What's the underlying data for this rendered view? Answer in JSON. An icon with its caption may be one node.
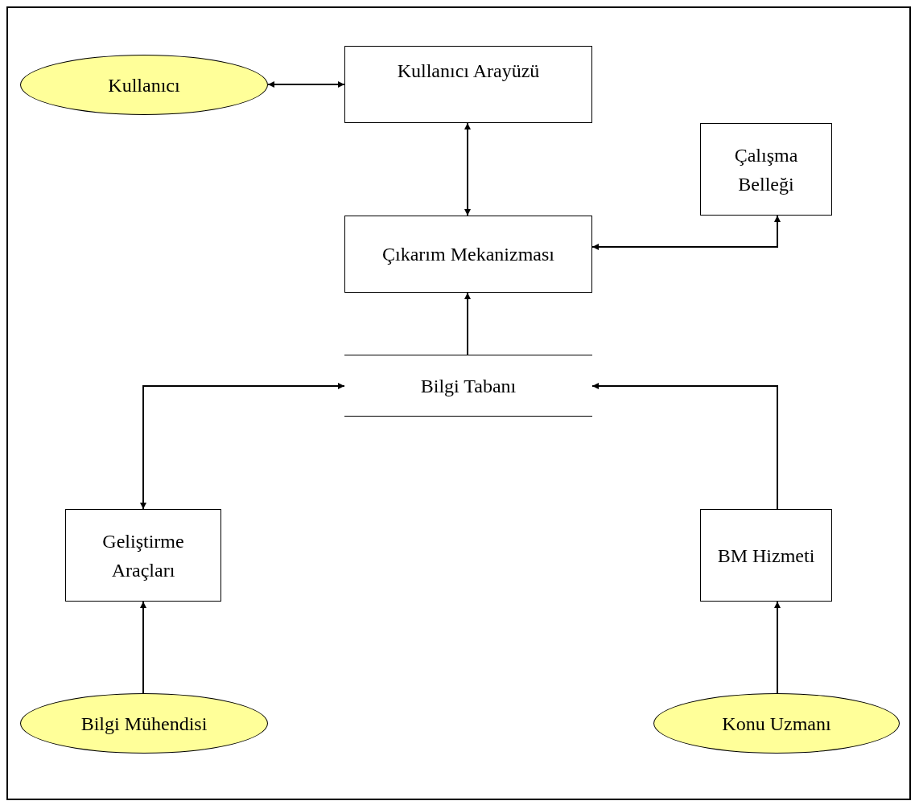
{
  "diagram": {
    "nodes": [
      {
        "text": [
          "Kullanıcı"
        ]
      },
      {
        "text": [
          "Kullanıcı Arayüzü"
        ]
      },
      {
        "text": [
          "Çalışma Belleği"
        ]
      },
      {
        "text": [
          "Çıkarım Mekanizması"
        ]
      },
      {
        "text": [
          "Bilgi Tabanı"
        ]
      },
      {
        "text": [
          "Geliştirme Araçları"
        ]
      },
      {
        "text": [
          "BM Hizmeti"
        ]
      },
      {
        "text": [
          "Bilgi Mühendisi"
        ]
      },
      {
        "text": [
          "Konu Uzmanı"
        ]
      }
    ],
    "edges": [
      {
        "from": 0,
        "to": 1,
        "arrow": "both"
      },
      {
        "from": 1,
        "to": 3,
        "arrow": "both"
      },
      {
        "from": 3,
        "to": 2,
        "arrow": "both"
      },
      {
        "from": 4,
        "to": 3,
        "arrow": "to"
      },
      {
        "from": 5,
        "to": 4,
        "arrow": "both"
      },
      {
        "from": 6,
        "to": 4,
        "arrow": "to"
      },
      {
        "from": 7,
        "to": 5,
        "arrow": "to"
      },
      {
        "from": 8,
        "to": 6,
        "arrow": "to"
      }
    ]
  }
}
